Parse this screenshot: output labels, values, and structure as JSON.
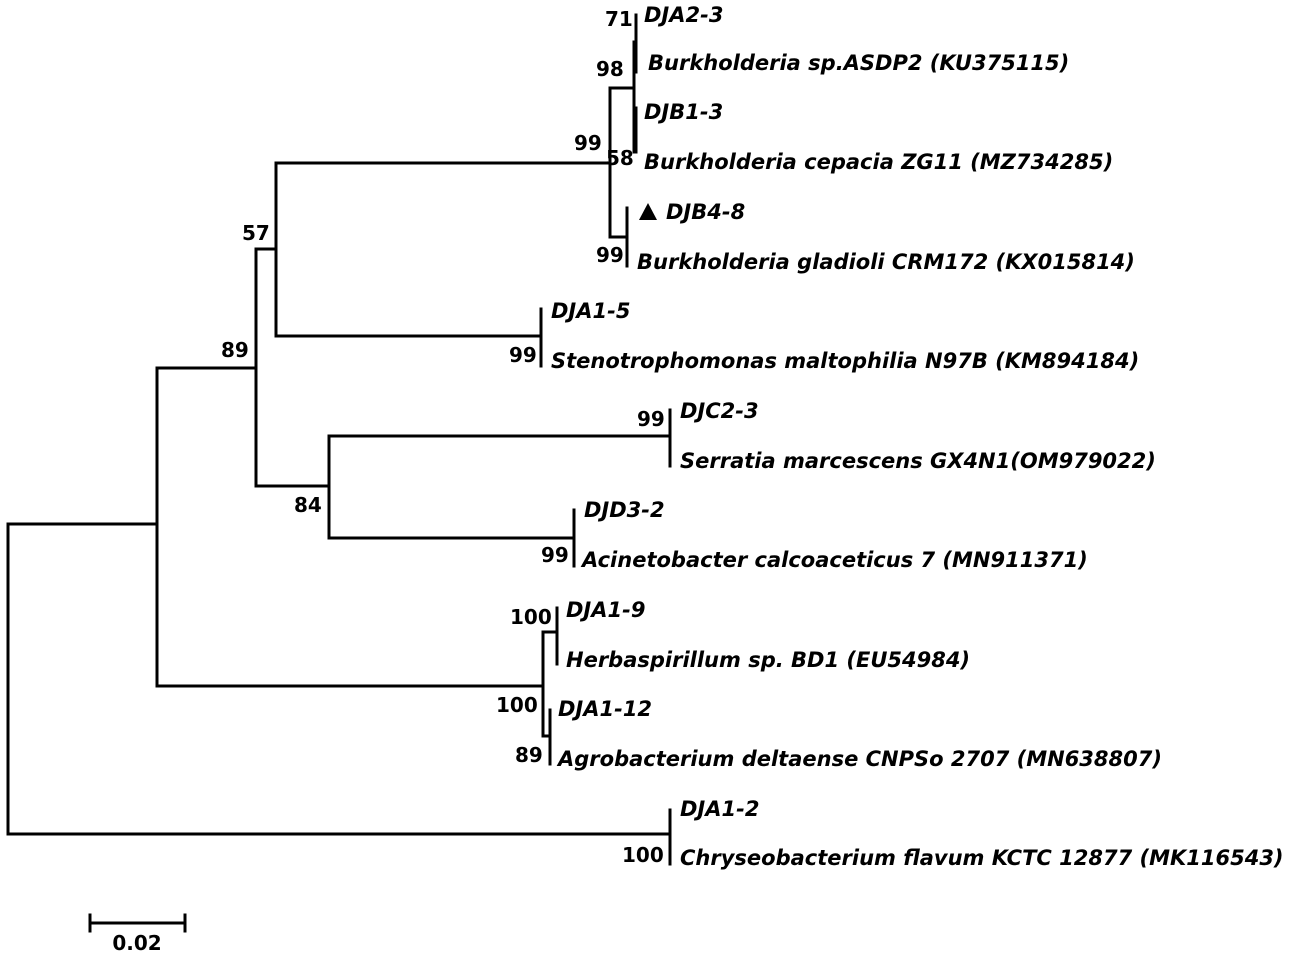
{
  "tree": {
    "leaves": [
      {
        "id": "djb4-8",
        "label": "DJB4-8",
        "marker": "filled-triangle"
      },
      {
        "id": "djc2-3",
        "label": "DJC2-3"
      },
      {
        "id": "djd3-2",
        "label": "DJD3-2"
      },
      {
        "id": "dja1-2",
        "label": "DJA1-2"
      },
      {
        "id": "dja1-5",
        "label": "DJA1-5"
      },
      {
        "id": "dja1-9",
        "label": "DJA1-9"
      },
      {
        "id": "dja1-12",
        "label": "DJA1-12"
      },
      {
        "id": "dja2-3",
        "label": "DJA2-3"
      },
      {
        "id": "djb1-3",
        "label": "DJB1-3"
      },
      {
        "id": "b-asdp2",
        "label": "Burkholderia sp.ASDP2 (KU375115)"
      },
      {
        "id": "b-cepacia",
        "label": "Burkholderia cepacia ZG11 (MZ734285)"
      },
      {
        "id": "b-gladioli",
        "label": "Burkholderia gladioli CRM172 (KX015814)"
      },
      {
        "id": "s-maltophilia",
        "label": "Stenotrophomonas maltophilia N97B (KM894184)"
      },
      {
        "id": "s-marcescens",
        "label": "Serratia marcescens GX4N1(OM979022)"
      },
      {
        "id": "a-calcoaceticus",
        "label": "Acinetobacter calcoaceticus 7 (MN911371)"
      },
      {
        "id": "herbaspirillum",
        "label": "Herbaspirillum sp. BD1 (EU54984)"
      },
      {
        "id": "a-deltaense",
        "label": "Agrobacterium deltaense CNPSo 2707 (MN638807)"
      },
      {
        "id": "c-flavum",
        "label": "Chryseobacterium flavum KCTC 12877 (MK116543)"
      }
    ],
    "bootstrap": {
      "n71": "71",
      "n98": "98",
      "n99_burk": "99",
      "n58": "58",
      "n99_gladioli": "99",
      "n57": "57",
      "n89_big": "89",
      "n99_steno": "99",
      "n99_serratia": "99",
      "n84": "84",
      "n99_acineto": "99",
      "n100_herba": "100",
      "n100_clade": "100",
      "n89_agro": "89",
      "n100_chryseo": "100"
    },
    "scale_bar": {
      "label": "0.02",
      "value": 0.02
    }
  }
}
